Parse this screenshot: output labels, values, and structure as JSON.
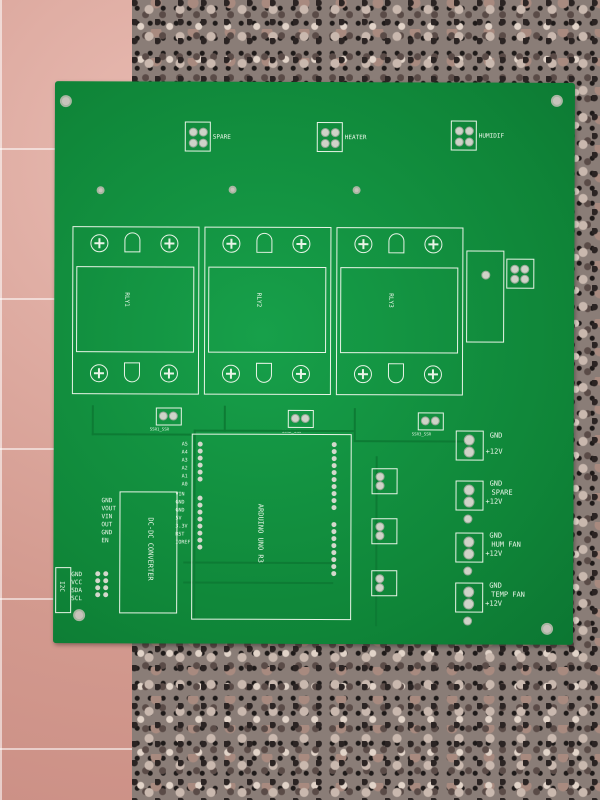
{
  "terminals": {
    "spare_top": "SPARE",
    "heater": "HEATER",
    "humidifier": "HUMIDIF"
  },
  "relays": [
    "RLY1",
    "RLY2",
    "RLY3"
  ],
  "ssr_labels": [
    "SSR1_SSR",
    "SSR2_SSR",
    "SSR3_SSR"
  ],
  "arduino_label": "ARDUINO UNO R3",
  "arduino_left_pins": [
    "A5",
    "A4",
    "A3",
    "A2",
    "A1",
    "A0"
  ],
  "arduino_power_pins": [
    "VIN",
    "GND",
    "GND",
    "5V",
    "3.3V",
    "RST",
    "IOREF"
  ],
  "dcdc_label": "DC-DC CONVERTER",
  "dcdc_pins": [
    "GND",
    "VOUT",
    "VIN",
    "OUT",
    "GND",
    "EN"
  ],
  "i2c_label": "I2C",
  "i2c_pins": [
    "GND",
    "VCC",
    "SDA",
    "SCL"
  ],
  "power_blocks": [
    {
      "line1": "GND",
      "line2": "+12V"
    },
    {
      "line1": "GND",
      "line2": "SPARE",
      "line3": "+12V"
    },
    {
      "line1": "GND",
      "line2": "HUM FAN",
      "line3": "+12V"
    },
    {
      "line1": "GND",
      "line2": "TEMP FAN",
      "line3": "+12V"
    }
  ],
  "colors": {
    "board": "#118a3c",
    "silkscreen": "#e8f4e6",
    "pads": "#cfd3c8"
  }
}
